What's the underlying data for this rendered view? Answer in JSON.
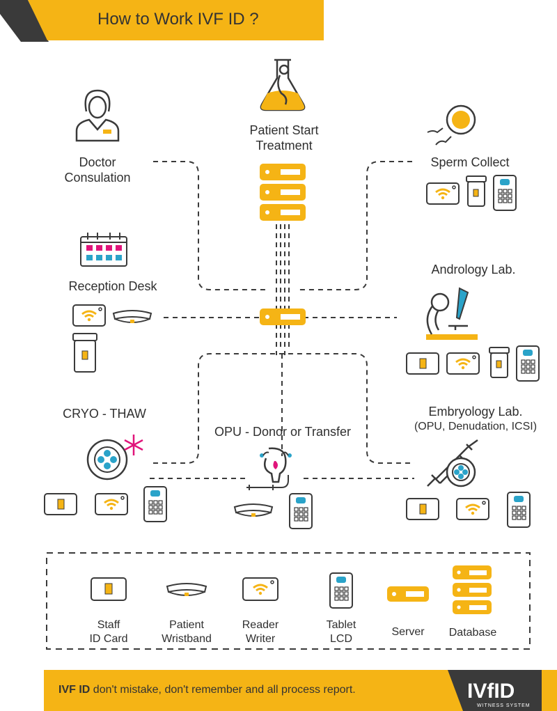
{
  "header": {
    "title": "How to Work IVF ID ?"
  },
  "nodes": {
    "doctor": {
      "line1": "Doctor",
      "line2": "Consulation"
    },
    "patient_start": {
      "line1": "Patient Start",
      "line2": "Treatment"
    },
    "sperm": {
      "label": "Sperm Collect"
    },
    "reception": {
      "label": "Reception Desk"
    },
    "andrology": {
      "label": "Andrology Lab."
    },
    "cryo": {
      "label": "CRYO - THAW"
    },
    "opu": {
      "label": "OPU - Donor or Transfer"
    },
    "embryology": {
      "line1": "Embryology Lab.",
      "line2": "(OPU, Denudation, ICSI)"
    }
  },
  "legend": {
    "staff_id": {
      "line1": "Staff",
      "line2": "ID Card"
    },
    "wristband": {
      "line1": "Patient",
      "line2": "Wristband"
    },
    "reader": {
      "line1": "Reader",
      "line2": "Writer"
    },
    "tablet": {
      "line1": "Tablet",
      "line2": "LCD"
    },
    "server": {
      "label": "Server"
    },
    "database": {
      "label": "Database"
    }
  },
  "footer": {
    "brand": "IVF ID",
    "text": " don't mistake, don't remember and all process report."
  },
  "logo": {
    "main": "IVfID",
    "sub": "WITNESS SYSTEM"
  },
  "colors": {
    "accent": "#f5b415",
    "dark": "#3a3a3a",
    "pink": "#e0147a",
    "teal": "#2aa3c9"
  }
}
